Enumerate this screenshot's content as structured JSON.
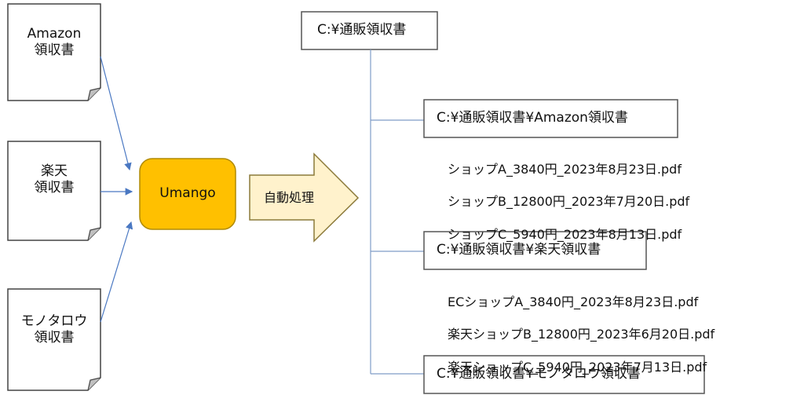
{
  "sources": [
    {
      "name": "source-amazon",
      "label": "Amazon\n領収書"
    },
    {
      "name": "source-rakuten",
      "label": "楽天\n領収書"
    },
    {
      "name": "source-monotaro",
      "label": "モノタロウ\n領収書"
    }
  ],
  "processor": {
    "label": "Umango"
  },
  "arrow": {
    "label": "自動処理"
  },
  "root_folder": {
    "label": "C:¥通販領収書"
  },
  "folders": [
    {
      "label": "C:¥通販領収書¥Amazon領収書",
      "files": [
        "ショップA_3840円_2023年8月23日.pdf",
        "ショップB_12800円_2023年7月20日.pdf",
        "ショップC_5940円_2023年8月13日.pdf"
      ]
    },
    {
      "label": "C:¥通販領収書¥楽天領収書",
      "files": [
        "ECショップA_3840円_2023年8月23日.pdf",
        "楽天ショップB_12800円_2023年6月20日.pdf",
        "楽天ショップC_5940円_2023年7月13日.pdf"
      ]
    },
    {
      "label": "C:¥通販領収書¥モノタロウ領収書",
      "files": []
    }
  ],
  "colors": {
    "processor_fill": "#FFC000",
    "processor_stroke": "#B08A00",
    "arrow_fill": "#FFF2CC",
    "arrow_stroke": "#8C7A3A",
    "connector": "#4A78C2",
    "tree_line": "#7F9CC8",
    "box_stroke": "#555555"
  }
}
